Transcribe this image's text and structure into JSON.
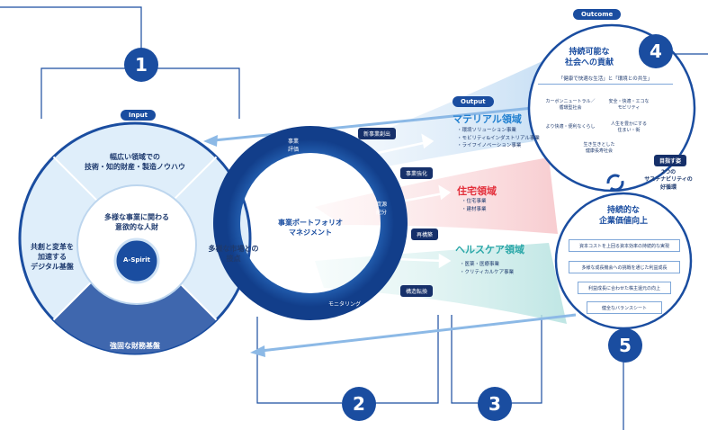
{
  "numbers": [
    "1",
    "2",
    "3",
    "4",
    "5"
  ],
  "input": {
    "label": "Input",
    "top": "幅広い領域での\n技術・知的財産・製造ノウハウ",
    "left": "共創と変革を\n加速する\nデジタル基盤",
    "right": "多様な市場との\n接点",
    "bottom": "強固な財務基盤",
    "core": "多様な事業に関わる\n意欲的な人財",
    "center": "A-Spirit"
  },
  "cycle": {
    "center": "事業ポートフォリオ\nマネジメント",
    "eval": "事業\n評価",
    "allocate": "資源\n配分",
    "monitor": "モニタリング",
    "tags": [
      "新事業創出",
      "事業強化",
      "再構築",
      "構造転換"
    ]
  },
  "output": {
    "label": "Output",
    "material": {
      "title": "マテリアル領域",
      "items": [
        "・環境ソリューション事業",
        "・モビリティ&インダストリアル事業",
        "・ライフイノベーション事業"
      ]
    },
    "housing": {
      "title": "住宅領域",
      "items": [
        "・住宅事業",
        "・建材事業"
      ]
    },
    "healthcare": {
      "title": "ヘルスケア領域",
      "items": [
        "・医薬・医療事業",
        "・クリティカルケア事業"
      ]
    }
  },
  "outcome": {
    "label": "Outcome",
    "title": "持続可能な\n社会への貢献",
    "subtitle": "「健康で快適な生活」と「環境との共生」",
    "cells": [
      "カーボンニュートラル／\n循環型社会",
      "安全・快適・エコな\nモビリティ",
      "より快適・便利なくらし",
      "人生を豊かにする\n住まい・街",
      "生き生きとした\n健康長寿社会"
    ]
  },
  "aim": {
    "label": "目指す姿",
    "text": "2つの\nサステナビリティの\n好循環"
  },
  "corporate": {
    "title": "持続的な\n企業価値向上",
    "items": [
      "資本コストを上回る資本効率の持続的な実現",
      "多様な成長機会への挑戦を通じた利益成長",
      "利益成長に合わせた株主還元の向上",
      "健全なバランスシート"
    ]
  },
  "colors": {
    "navy": "#1a4da0",
    "dark": "#16306a",
    "red": "#e3303c",
    "teal": "#2aa7a8",
    "blue": "#1f7fd0"
  }
}
